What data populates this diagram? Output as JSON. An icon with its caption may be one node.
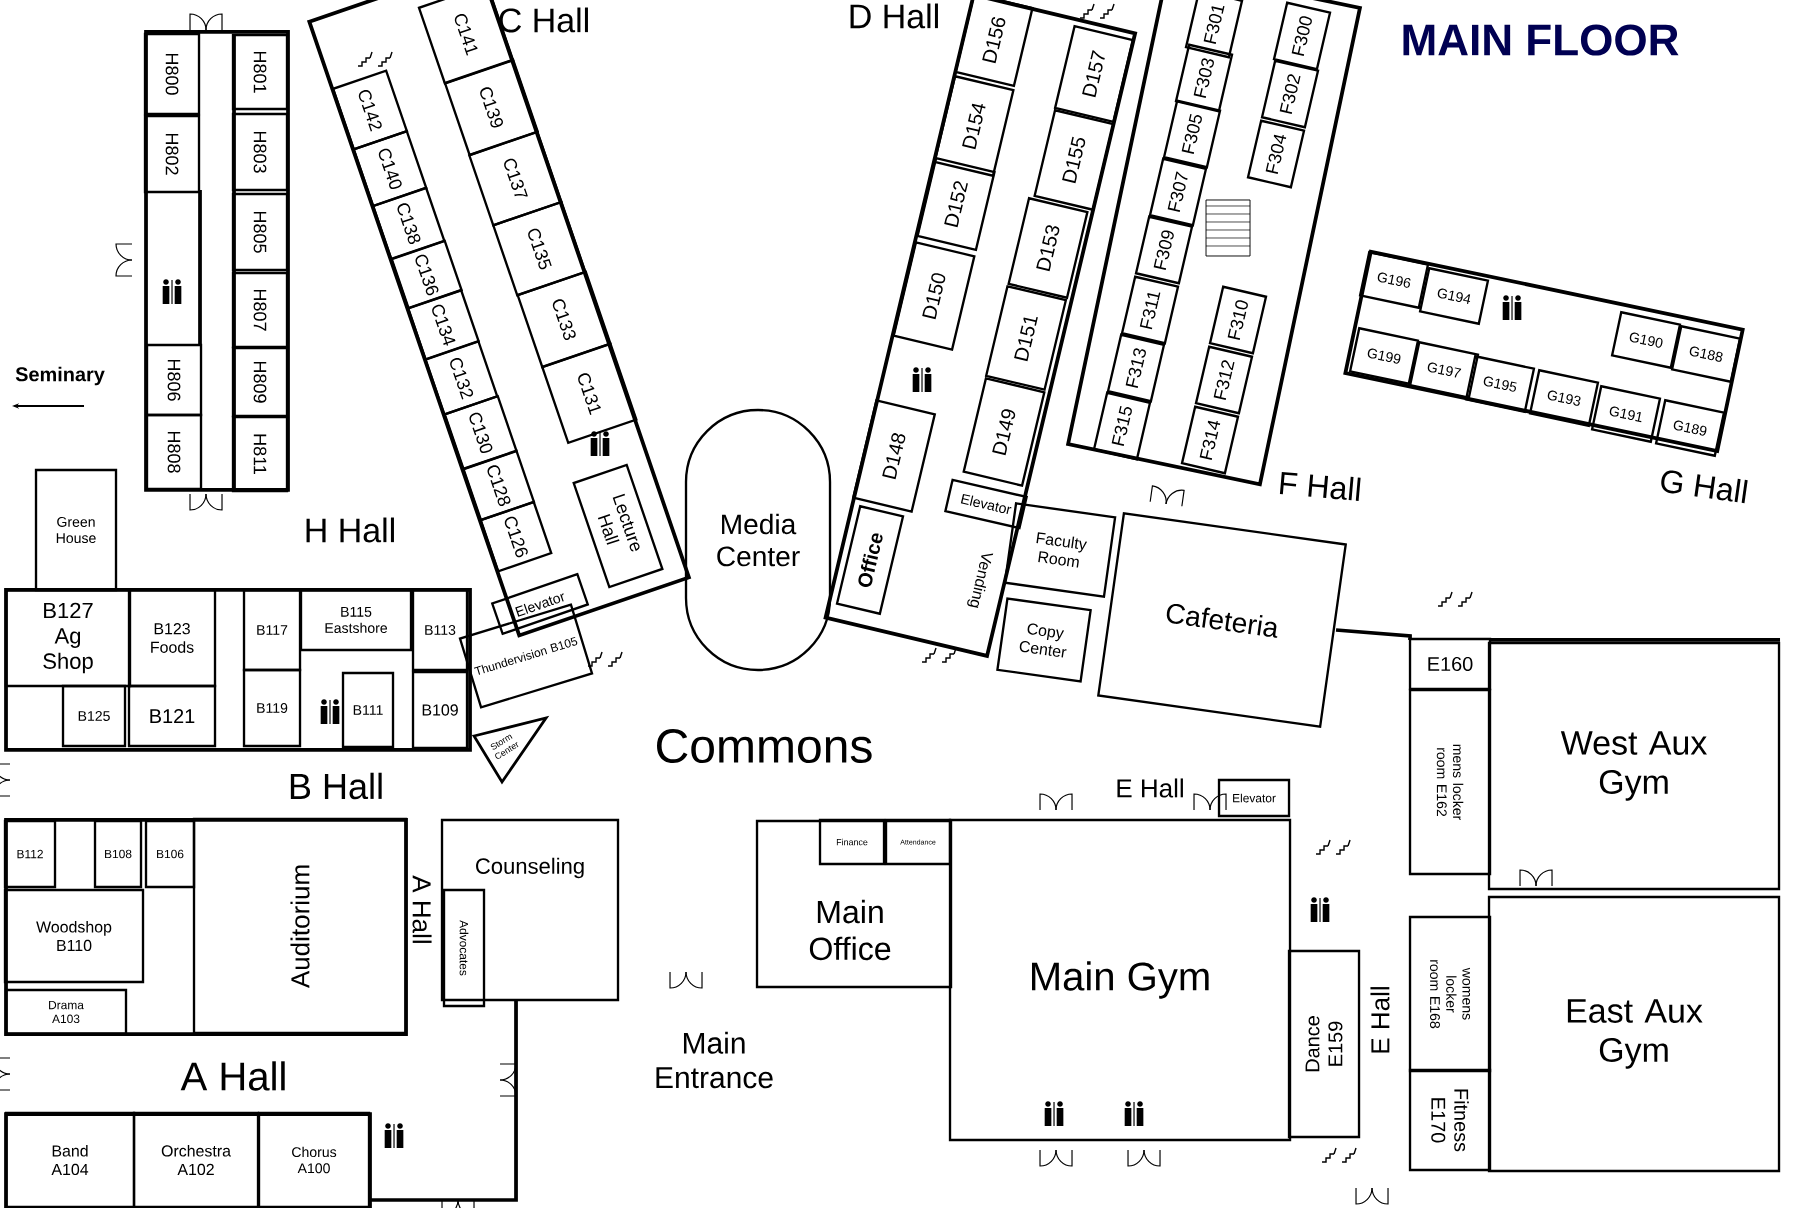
{
  "diagram": {
    "title": "MAIN FLOOR",
    "nodes": [
      {
        "text": [
          "H800"
        ]
      },
      {
        "text": [
          "H802"
        ]
      },
      {
        "text": [
          "H806"
        ]
      },
      {
        "text": [
          "H808"
        ]
      },
      {
        "text": [
          "H801"
        ]
      },
      {
        "text": [
          "H803"
        ]
      },
      {
        "text": [
          "H805"
        ]
      },
      {
        "text": [
          "H807"
        ]
      },
      {
        "text": [
          "H809"
        ]
      },
      {
        "text": [
          "H811"
        ]
      },
      {
        "text": [
          "C142"
        ]
      },
      {
        "text": [
          "C140"
        ]
      },
      {
        "text": [
          "C138"
        ]
      },
      {
        "text": [
          "C136"
        ]
      },
      {
        "text": [
          "C134"
        ]
      },
      {
        "text": [
          "C132"
        ]
      },
      {
        "text": [
          "C130"
        ]
      },
      {
        "text": [
          "C128"
        ]
      },
      {
        "text": [
          "C126"
        ]
      },
      {
        "text": [
          "Elevator"
        ]
      },
      {
        "text": [
          "C141"
        ]
      },
      {
        "text": [
          "C139"
        ]
      },
      {
        "text": [
          "C137"
        ]
      },
      {
        "text": [
          "C135"
        ]
      },
      {
        "text": [
          "C133"
        ]
      },
      {
        "text": [
          "C131"
        ]
      },
      {
        "text": [
          "Lecture Hall"
        ]
      },
      {
        "text": [
          "Media Center"
        ]
      },
      {
        "text": [
          "D156"
        ]
      },
      {
        "text": [
          "D154"
        ]
      },
      {
        "text": [
          "D152"
        ]
      },
      {
        "text": [
          "D150"
        ]
      },
      {
        "text": [
          "D148"
        ]
      },
      {
        "text": [
          "Office"
        ]
      },
      {
        "text": [
          "D157"
        ]
      },
      {
        "text": [
          "D155"
        ]
      },
      {
        "text": [
          "D153"
        ]
      },
      {
        "text": [
          "D151"
        ]
      },
      {
        "text": [
          "D149"
        ]
      },
      {
        "text": [
          "Elevator"
        ]
      },
      {
        "text": [
          "Faculty Room"
        ]
      },
      {
        "text": [
          "Copy Center"
        ]
      },
      {
        "text": [
          "Cafeteria"
        ]
      },
      {
        "text": [
          "F301"
        ]
      },
      {
        "text": [
          "F303"
        ]
      },
      {
        "text": [
          "F305"
        ]
      },
      {
        "text": [
          "F307"
        ]
      },
      {
        "text": [
          "F309"
        ]
      },
      {
        "text": [
          "F311"
        ]
      },
      {
        "text": [
          "F313"
        ]
      },
      {
        "text": [
          "F315"
        ]
      },
      {
        "text": [
          "F300"
        ]
      },
      {
        "text": [
          "F302"
        ]
      },
      {
        "text": [
          "F304"
        ]
      },
      {
        "text": [
          "F310"
        ]
      },
      {
        "text": [
          "F312"
        ]
      },
      {
        "text": [
          "F314"
        ]
      },
      {
        "text": [
          "G196"
        ]
      },
      {
        "text": [
          "G194"
        ]
      },
      {
        "text": [
          "G190"
        ]
      },
      {
        "text": [
          "G188"
        ]
      },
      {
        "text": [
          "G199"
        ]
      },
      {
        "text": [
          "G197"
        ]
      },
      {
        "text": [
          "G195"
        ]
      },
      {
        "text": [
          "G193"
        ]
      },
      {
        "text": [
          "G191"
        ]
      },
      {
        "text": [
          "G189"
        ]
      },
      {
        "text": [
          "Green House"
        ]
      },
      {
        "text": [
          "B127 Ag Shop"
        ]
      },
      {
        "text": [
          "B123 Foods"
        ]
      },
      {
        "text": [
          "B125"
        ]
      },
      {
        "text": [
          "B121"
        ]
      },
      {
        "text": [
          "B117"
        ]
      },
      {
        "text": [
          "B115 Eastshore"
        ]
      },
      {
        "text": [
          "B113"
        ]
      },
      {
        "text": [
          "B119"
        ]
      },
      {
        "text": [
          "B111"
        ]
      },
      {
        "text": [
          "B109"
        ]
      },
      {
        "text": [
          "Thundervision B105"
        ]
      },
      {
        "text": [
          "Storm Center"
        ]
      },
      {
        "text": [
          "B112"
        ]
      },
      {
        "text": [
          "B108"
        ]
      },
      {
        "text": [
          "B106"
        ]
      },
      {
        "text": [
          "Woodshop B110"
        ]
      },
      {
        "text": [
          "Drama A103"
        ]
      },
      {
        "text": [
          "Auditorium"
        ]
      },
      {
        "text": [
          "Counseling"
        ]
      },
      {
        "text": [
          "Advocates"
        ],
        "in": 86
      },
      {
        "text": [
          "Band A104"
        ]
      },
      {
        "text": [
          "Orchestra A102"
        ]
      },
      {
        "text": [
          "Chorus A100"
        ]
      },
      {
        "text": [
          "Main Office"
        ]
      },
      {
        "text": [
          "Finance"
        ],
        "in": 91
      },
      {
        "text": [
          "Attendance"
        ],
        "in": 91
      },
      {
        "text": [
          "Elevator"
        ]
      },
      {
        "text": [
          "Main Gym"
        ]
      },
      {
        "text": [
          "Dance E159"
        ]
      },
      {
        "text": [
          "E160"
        ]
      },
      {
        "text": [
          "mens locker room E162"
        ]
      },
      {
        "text": [
          "West Aux Gym"
        ]
      },
      {
        "text": [
          "womens locker room E168"
        ]
      },
      {
        "text": [
          "East Aux Gym"
        ]
      },
      {
        "text": [
          "Fitness E170"
        ]
      }
    ],
    "labels": [
      "C Hall",
      "D Hall",
      "Seminary",
      "H Hall",
      "Vending",
      "F Hall",
      "G Hall",
      "Commons",
      "B Hall",
      "E Hall",
      "A Hall",
      "E Hall",
      "Main Entrance",
      "A Hall"
    ]
  }
}
